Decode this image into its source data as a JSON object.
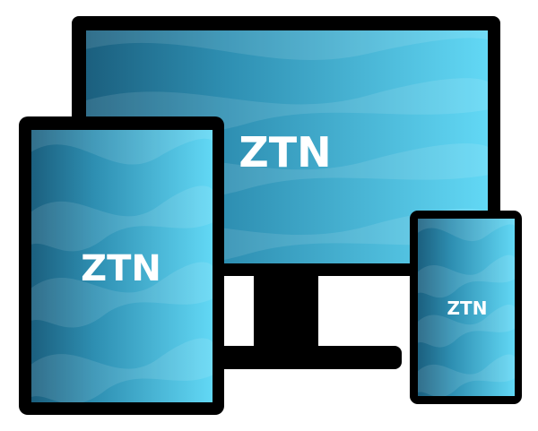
{
  "monitor": {
    "label": "ZTN"
  },
  "tablet": {
    "label": "ZTN"
  },
  "phone": {
    "label": "ZTN"
  },
  "colors": {
    "frame": "#000000",
    "screen_dark": "#1b5f7e",
    "screen_mid": "#2e9cbf",
    "screen_light": "#62d8f5",
    "text": "#ffffff"
  }
}
